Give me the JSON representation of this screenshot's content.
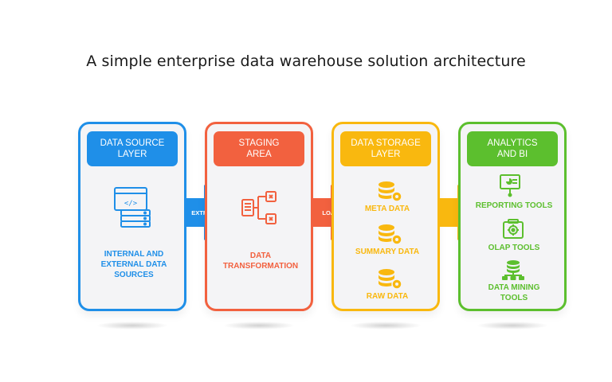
{
  "title": "A simple enterprise data warehouse solution architecture",
  "colors": {
    "blue": "#1f8fe8",
    "orange": "#f2613f",
    "yellow": "#f9b80f",
    "green": "#5cbf2e",
    "card_bg": "#f4f4f6"
  },
  "columns": [
    {
      "header": "DATA SOURCE\nLAYER",
      "items": [
        {
          "icon": "server-code-icon",
          "label": "INTERNAL AND\nEXTERNAL DATA\nSOURCES"
        }
      ]
    },
    {
      "header": "STAGING\nAREA",
      "items": [
        {
          "icon": "transformation-flow-icon",
          "label": "DATA\nTRANSFORMATION"
        }
      ]
    },
    {
      "header": "DATA STORAGE\nLAYER",
      "items": [
        {
          "icon": "database-gear-icon",
          "label": "META DATA"
        },
        {
          "icon": "database-gear-icon",
          "label": "SUMMARY DATA"
        },
        {
          "icon": "database-gear-icon",
          "label": "RAW DATA"
        }
      ]
    },
    {
      "header": "ANALYTICS\nAND BI",
      "items": [
        {
          "icon": "presentation-board-icon",
          "label": "REPORTING TOOLS"
        },
        {
          "icon": "cube-gear-icon",
          "label": "OLAP TOOLS"
        },
        {
          "icon": "database-network-icon",
          "label": "DATA MINING\nTOOLS"
        }
      ]
    }
  ],
  "arrows": [
    "EXTRACT",
    "LOAD",
    ""
  ]
}
